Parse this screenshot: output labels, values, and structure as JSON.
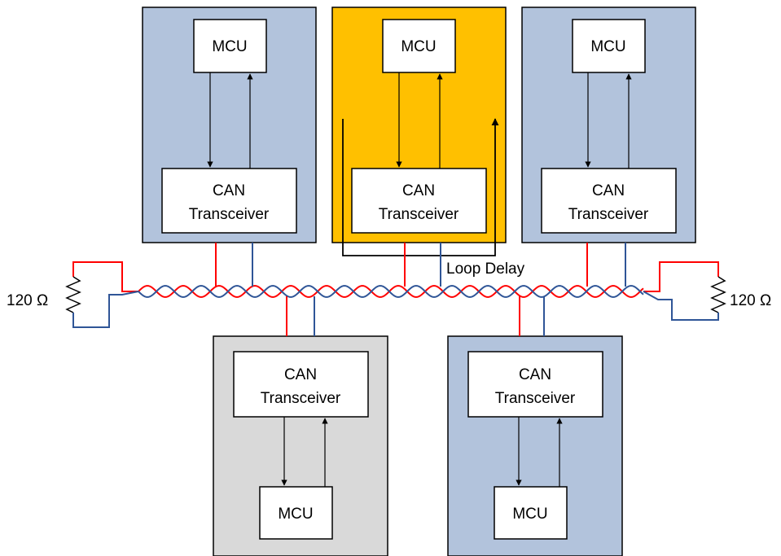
{
  "nodes": {
    "top_left": {
      "mcu": "MCU",
      "transceiver_line1": "CAN",
      "transceiver_line2": "Transceiver",
      "fill": "#b2c3dc"
    },
    "top_middle": {
      "mcu": "MCU",
      "transceiver_line1": "CAN",
      "transceiver_line2": "Transceiver",
      "fill": "#ffc000"
    },
    "top_right": {
      "mcu": "MCU",
      "transceiver_line1": "CAN",
      "transceiver_line2": "Transceiver",
      "fill": "#b2c3dc"
    },
    "bottom_left": {
      "mcu": "MCU",
      "transceiver_line1": "CAN",
      "transceiver_line2": "Transceiver",
      "fill": "#d9d9d9"
    },
    "bottom_right": {
      "mcu": "MCU",
      "transceiver_line1": "CAN",
      "transceiver_line2": "Transceiver",
      "fill": "#b2c3dc"
    }
  },
  "loop_delay_label": "Loop Delay",
  "termination_left": "120 Ω",
  "termination_right": "120 Ω",
  "colors": {
    "can_h": "#ff0000",
    "can_l": "#2f5597",
    "outline": "#000000"
  }
}
